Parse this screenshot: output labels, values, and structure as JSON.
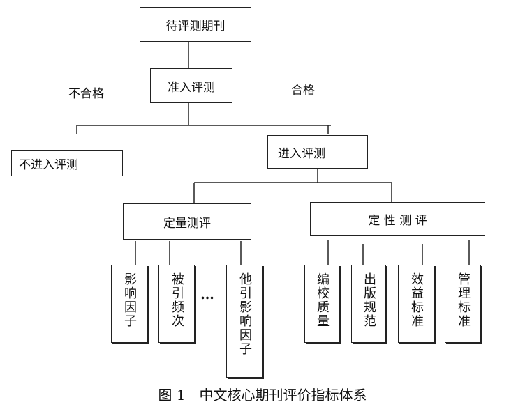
{
  "nodes": {
    "root": "待评测期刊",
    "admission": "准入评测",
    "rejected": "不进入评测",
    "enter": "进入评测",
    "quantitative": "定量测评",
    "qualitative": "定 性 测 评"
  },
  "edge_labels": {
    "fail": "不合格",
    "pass": "合格"
  },
  "quantitative_items": [
    "影响因子",
    "被引频次",
    "他引影响因子"
  ],
  "ellipsis": "…",
  "qualitative_items": [
    "编校质量",
    "出版规范",
    "效益标准",
    "管理标准"
  ],
  "caption": "图 1　中文核心期刊评价指标体系"
}
